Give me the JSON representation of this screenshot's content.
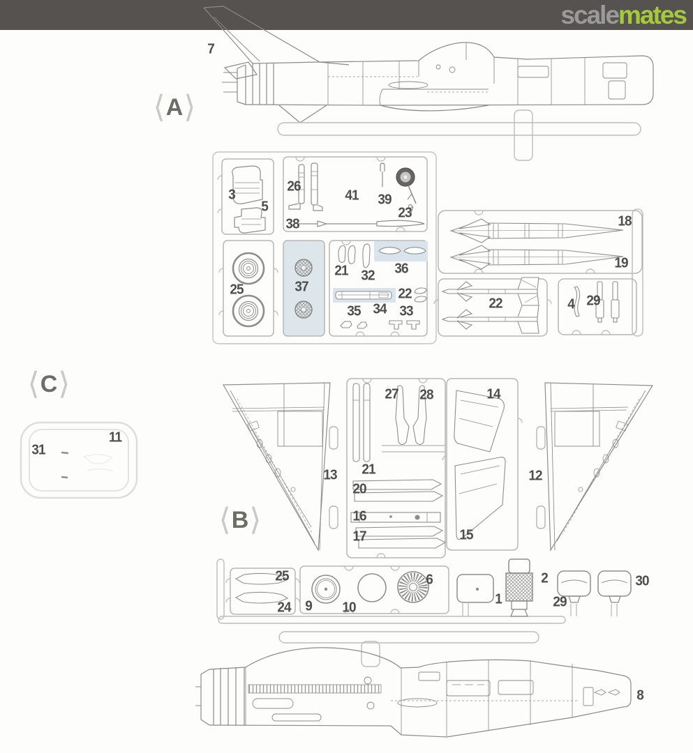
{
  "header": {
    "logo_scale": "scale",
    "logo_mates": "mates"
  },
  "markers": {
    "bracket_left": "⟨",
    "bracket_right": "⟩",
    "a": "A",
    "b": "B",
    "c": "C"
  },
  "sprue_a": {
    "labels": {
      "p7": "7",
      "p3": "3",
      "p5": "5",
      "p26": "26",
      "p41": "41",
      "p39": "39",
      "p23": "23",
      "p38": "38",
      "p18": "18",
      "p19": "19",
      "p25": "25",
      "p37": "37",
      "p21": "21",
      "p32": "32",
      "p36": "36",
      "p22_small": "22",
      "p35": "35",
      "p34": "34",
      "p33": "33",
      "p22_missiles": "22",
      "p4": "4",
      "p29": "29"
    }
  },
  "sprue_c": {
    "labels": {
      "p31": "31",
      "p11": "11"
    }
  },
  "sprue_b": {
    "labels": {
      "p13": "13",
      "p27": "27",
      "p28": "28",
      "p21": "21",
      "p20": "20",
      "p16": "16",
      "p17": "17",
      "p14": "14",
      "p15": "15",
      "p12": "12"
    }
  },
  "bottom_sprues": {
    "labels": {
      "p25": "25",
      "p24": "24",
      "p9": "9",
      "p10": "10",
      "p6": "6",
      "p1": "1",
      "p2": "2",
      "p29": "29",
      "p30": "30"
    }
  },
  "bottom_fuselage": {
    "label": "8"
  },
  "colors": {
    "header_bg": "#555250",
    "logo_gray": "#9a9a9a",
    "logo_green": "#a5c93c",
    "highlight_blue": "#d9e4ec",
    "frame_gray": "#b6b6b4",
    "part_line_gray": "#8e8e8c",
    "label_gray": "#4e4e4c"
  }
}
